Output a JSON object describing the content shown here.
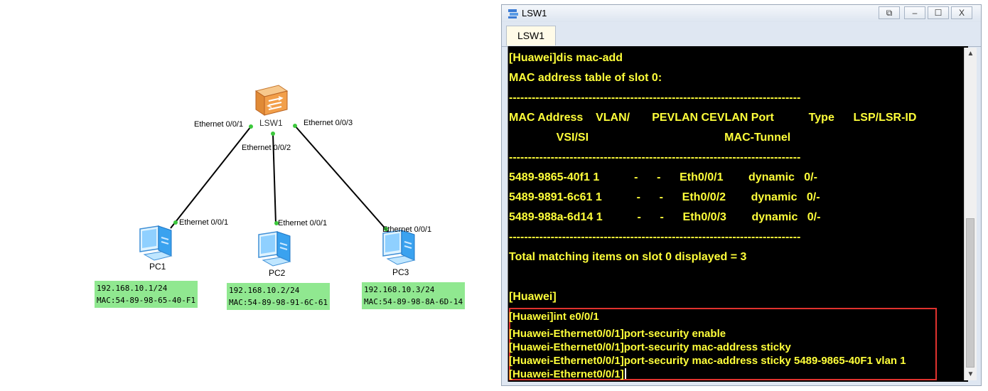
{
  "topology": {
    "switch_label": "LSW1",
    "switch_ports": {
      "p1": "Ethernet 0/0/1",
      "p2": "Ethernet 0/0/2",
      "p3": "Ethernet 0/0/3"
    },
    "pcs": [
      {
        "name": "PC1",
        "port": "Ethernet 0/0/1",
        "ip": "192.168.10.1/24",
        "mac": "MAC:54-89-98-65-40-F1"
      },
      {
        "name": "PC2",
        "port": "Ethernet 0/0/1",
        "ip": "192.168.10.2/24",
        "mac": "MAC:54-89-98-91-6C-61"
      },
      {
        "name": "PC3",
        "port": "Ethernet 0/0/1",
        "ip": "192.168.10.3/24",
        "mac": "MAC:54-89-98-8A-6D-14"
      }
    ],
    "colors": {
      "info_box": "#90e890",
      "link": "#000000",
      "port_dot": "#3cc83c"
    }
  },
  "window": {
    "title": "LSW1",
    "tab": "LSW1",
    "buttons": {
      "restore": "⧉",
      "minimize": "–",
      "maximize": "☐",
      "close": "X"
    }
  },
  "console": {
    "lines": [
      "[Huawei]dis mac-add",
      "MAC address table of slot 0:",
      "-----------------------------------------------------------------------------",
      "MAC Address    VLAN/       PEVLAN CEVLAN Port           Type      LSP/LSR-ID",
      "               VSI/SI                                           MAC-Tunnel",
      "-----------------------------------------------------------------------------",
      "5489-9865-40f1 1           -      -      Eth0/0/1        dynamic   0/-",
      "5489-9891-6c61 1           -      -      Eth0/0/2        dynamic   0/-",
      "5489-988a-6d14 1           -      -      Eth0/0/3        dynamic   0/-",
      "-----------------------------------------------------------------------------",
      "Total matching items on slot 0 displayed = 3",
      "[Huawei]"
    ],
    "highlighted": [
      "[Huawei]int e0/0/1",
      "[Huawei-Ethernet0/0/1]port-security enable",
      "[Huawei-Ethernet0/0/1]port-security mac-address sticky",
      "[Huawei-Ethernet0/0/1]port-security mac-address sticky 5489-9865-40F1 vlan 1",
      "[Huawei-Ethernet0/0/1]"
    ],
    "colors": {
      "background": "#000000",
      "text": "#ffff3a",
      "highlight_border": "#e0322e"
    }
  },
  "scrollbar": {
    "up_icon": "▲",
    "down_icon": "▼"
  }
}
